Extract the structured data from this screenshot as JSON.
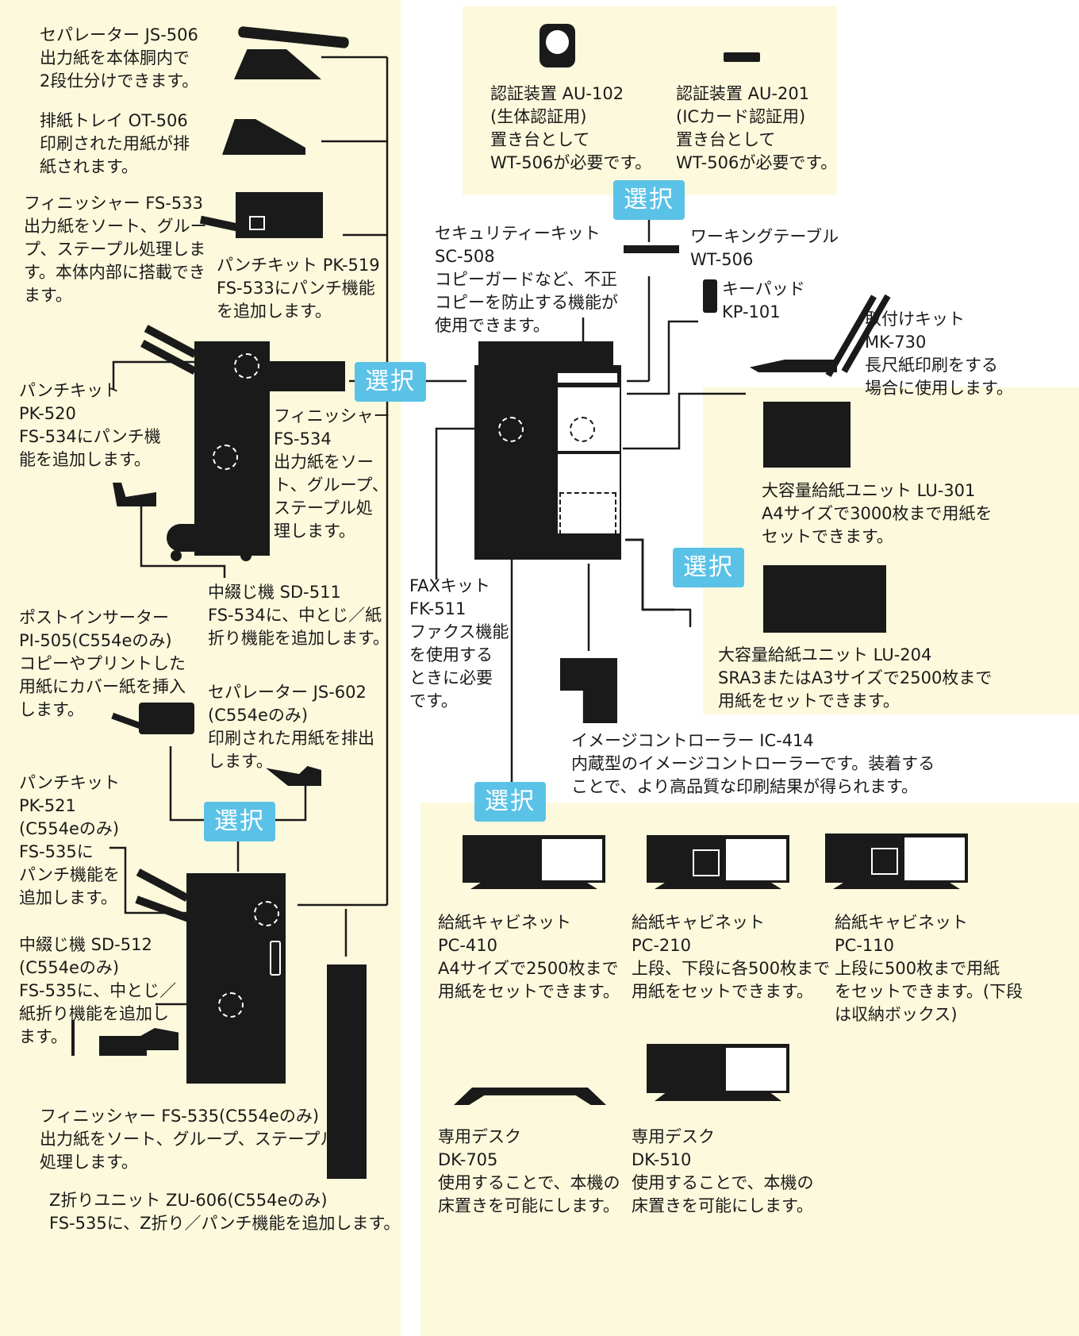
{
  "select_label": "選択",
  "colors": {
    "panel": "#fdf9dc",
    "select_badge": "#5bc2e7",
    "device": "#1a1a1a"
  },
  "left": {
    "js506": "セパレーター JS-506\n出力紙を本体胴内で\n2段仕分けできます。",
    "ot506": "排紙トレイ OT-506\n印刷された用紙が排\n紙されます。",
    "fs533": "フィニッシャー FS-533\n出力紙をソート、グルー\nプ、ステープル処理しま\nす。本体内部に搭載でき\nます。",
    "pk519": "パンチキット PK-519\nFS-533にパンチ機能\nを追加します。",
    "pk520": "パンチキット\nPK-520\nFS-534にパンチ機\n能を追加します。",
    "fs534": "フィニッシャー\nFS-534\n出力紙をソー\nト、グループ、\nステープル処\n理します。",
    "sd511": "中綴じ機 SD-511\nFS-534に、中とじ／紙\n折り機能を追加します。",
    "pi505": "ポストインサーター\nPI-505(C554eのみ)\nコピーやプリントした\n用紙にカバー紙を挿入\nします。",
    "js602": "セパレーター JS-602\n(C554eのみ)\n印刷された用紙を排出\nします。",
    "pk521": "パンチキット\nPK-521\n(C554eのみ)\nFS-535に\nパンチ機能を\n追加します。",
    "sd512": "中綴じ機 SD-512\n(C554eのみ)\nFS-535に、中とじ／\n紙折り機能を追加し\nます。",
    "fs535": "フィニッシャー FS-535(C554eのみ)\n出力紙をソート、グループ、ステープル\n処理します。",
    "zu606": "Z折りユニット ZU-606(C554eのみ)\nFS-535に、Z折り／パンチ機能を追加します。"
  },
  "top": {
    "au102": "認証装置 AU-102\n(生体認証用)\n置き台として\nWT-506が必要です。",
    "au201": "認証装置 AU-201\n(ICカード認証用)\n置き台として\nWT-506が必要です。"
  },
  "center": {
    "sc508": "セキュリティーキット\nSC-508\nコピーガードなど、不正\nコピーを防止する機能が\n使用できます。",
    "wt506": "ワーキングテーブル\nWT-506",
    "kp101": "キーパッド\nKP-101",
    "mk730": "取付けキット\nMK-730\n長尺紙印刷をする\n場合に使用します。",
    "fk511": "FAXキット\nFK-511\nファクス機能\nを使用する\nときに必要\nです。",
    "ic414": "イメージコントローラー IC-414\n内蔵型のイメージコントローラーです。装着する\nことで、より高品質な印刷結果が得られます。"
  },
  "right": {
    "lu301": "大容量給紙ユニット LU-301\nA4サイズで3000枚まで用紙を\nセットできます。",
    "lu204": "大容量給紙ユニット LU-204\nSRA3またはA3サイズで2500枚まで\n用紙をセットできます。"
  },
  "bottom": {
    "pc410": "給紙キャビネット\nPC-410\nA4サイズで2500枚まで\n用紙をセットできます。",
    "pc210": "給紙キャビネット\nPC-210\n上段、下段に各500枚まで\n用紙をセットできます。",
    "pc110": "給紙キャビネット\nPC-110\n上段に500枚まで用紙\nをセットできます。(下段\nは収納ボックス)",
    "dk705": "専用デスク\nDK-705\n使用することで、本機の\n床置きを可能にします。",
    "dk510": "専用デスク\nDK-510\n使用することで、本機の\n床置きを可能にします。"
  }
}
